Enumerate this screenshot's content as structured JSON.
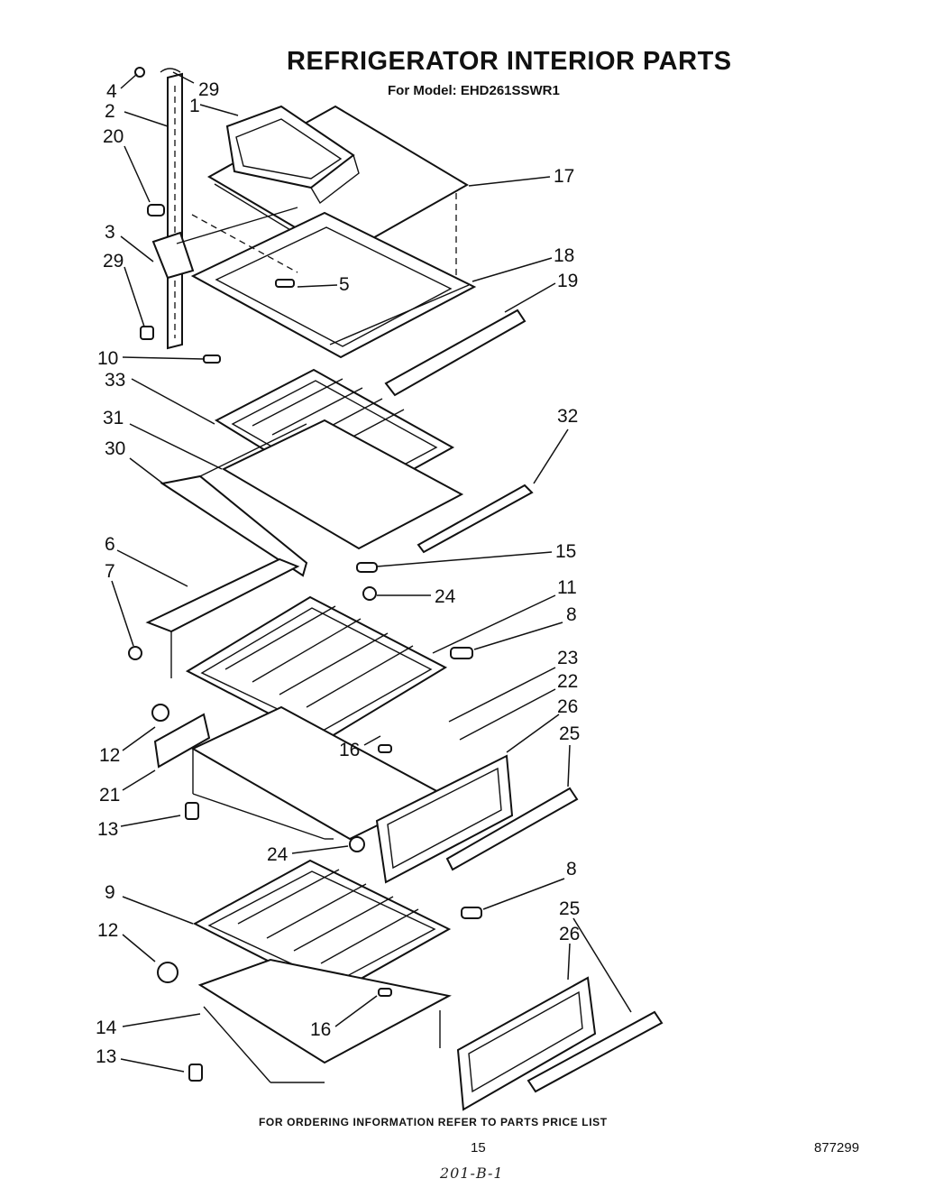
{
  "title": "REFRIGERATOR INTERIOR PARTS",
  "subtitle": "For Model: EHD261SSWR1",
  "footer_note": "FOR ORDERING INFORMATION REFER TO PARTS PRICE LIST",
  "page_number": "15",
  "document_number": "877299",
  "handwritten_note": "201-B-1",
  "callouts": [
    "4",
    "29",
    "2",
    "1",
    "20",
    "17",
    "3",
    "18",
    "29",
    "5",
    "19",
    "10",
    "33",
    "31",
    "32",
    "30",
    "6",
    "15",
    "7",
    "24",
    "11",
    "8",
    "23",
    "22",
    "26",
    "12",
    "16",
    "25",
    "21",
    "13",
    "24",
    "8",
    "9",
    "25",
    "26",
    "12",
    "14",
    "16",
    "13"
  ]
}
